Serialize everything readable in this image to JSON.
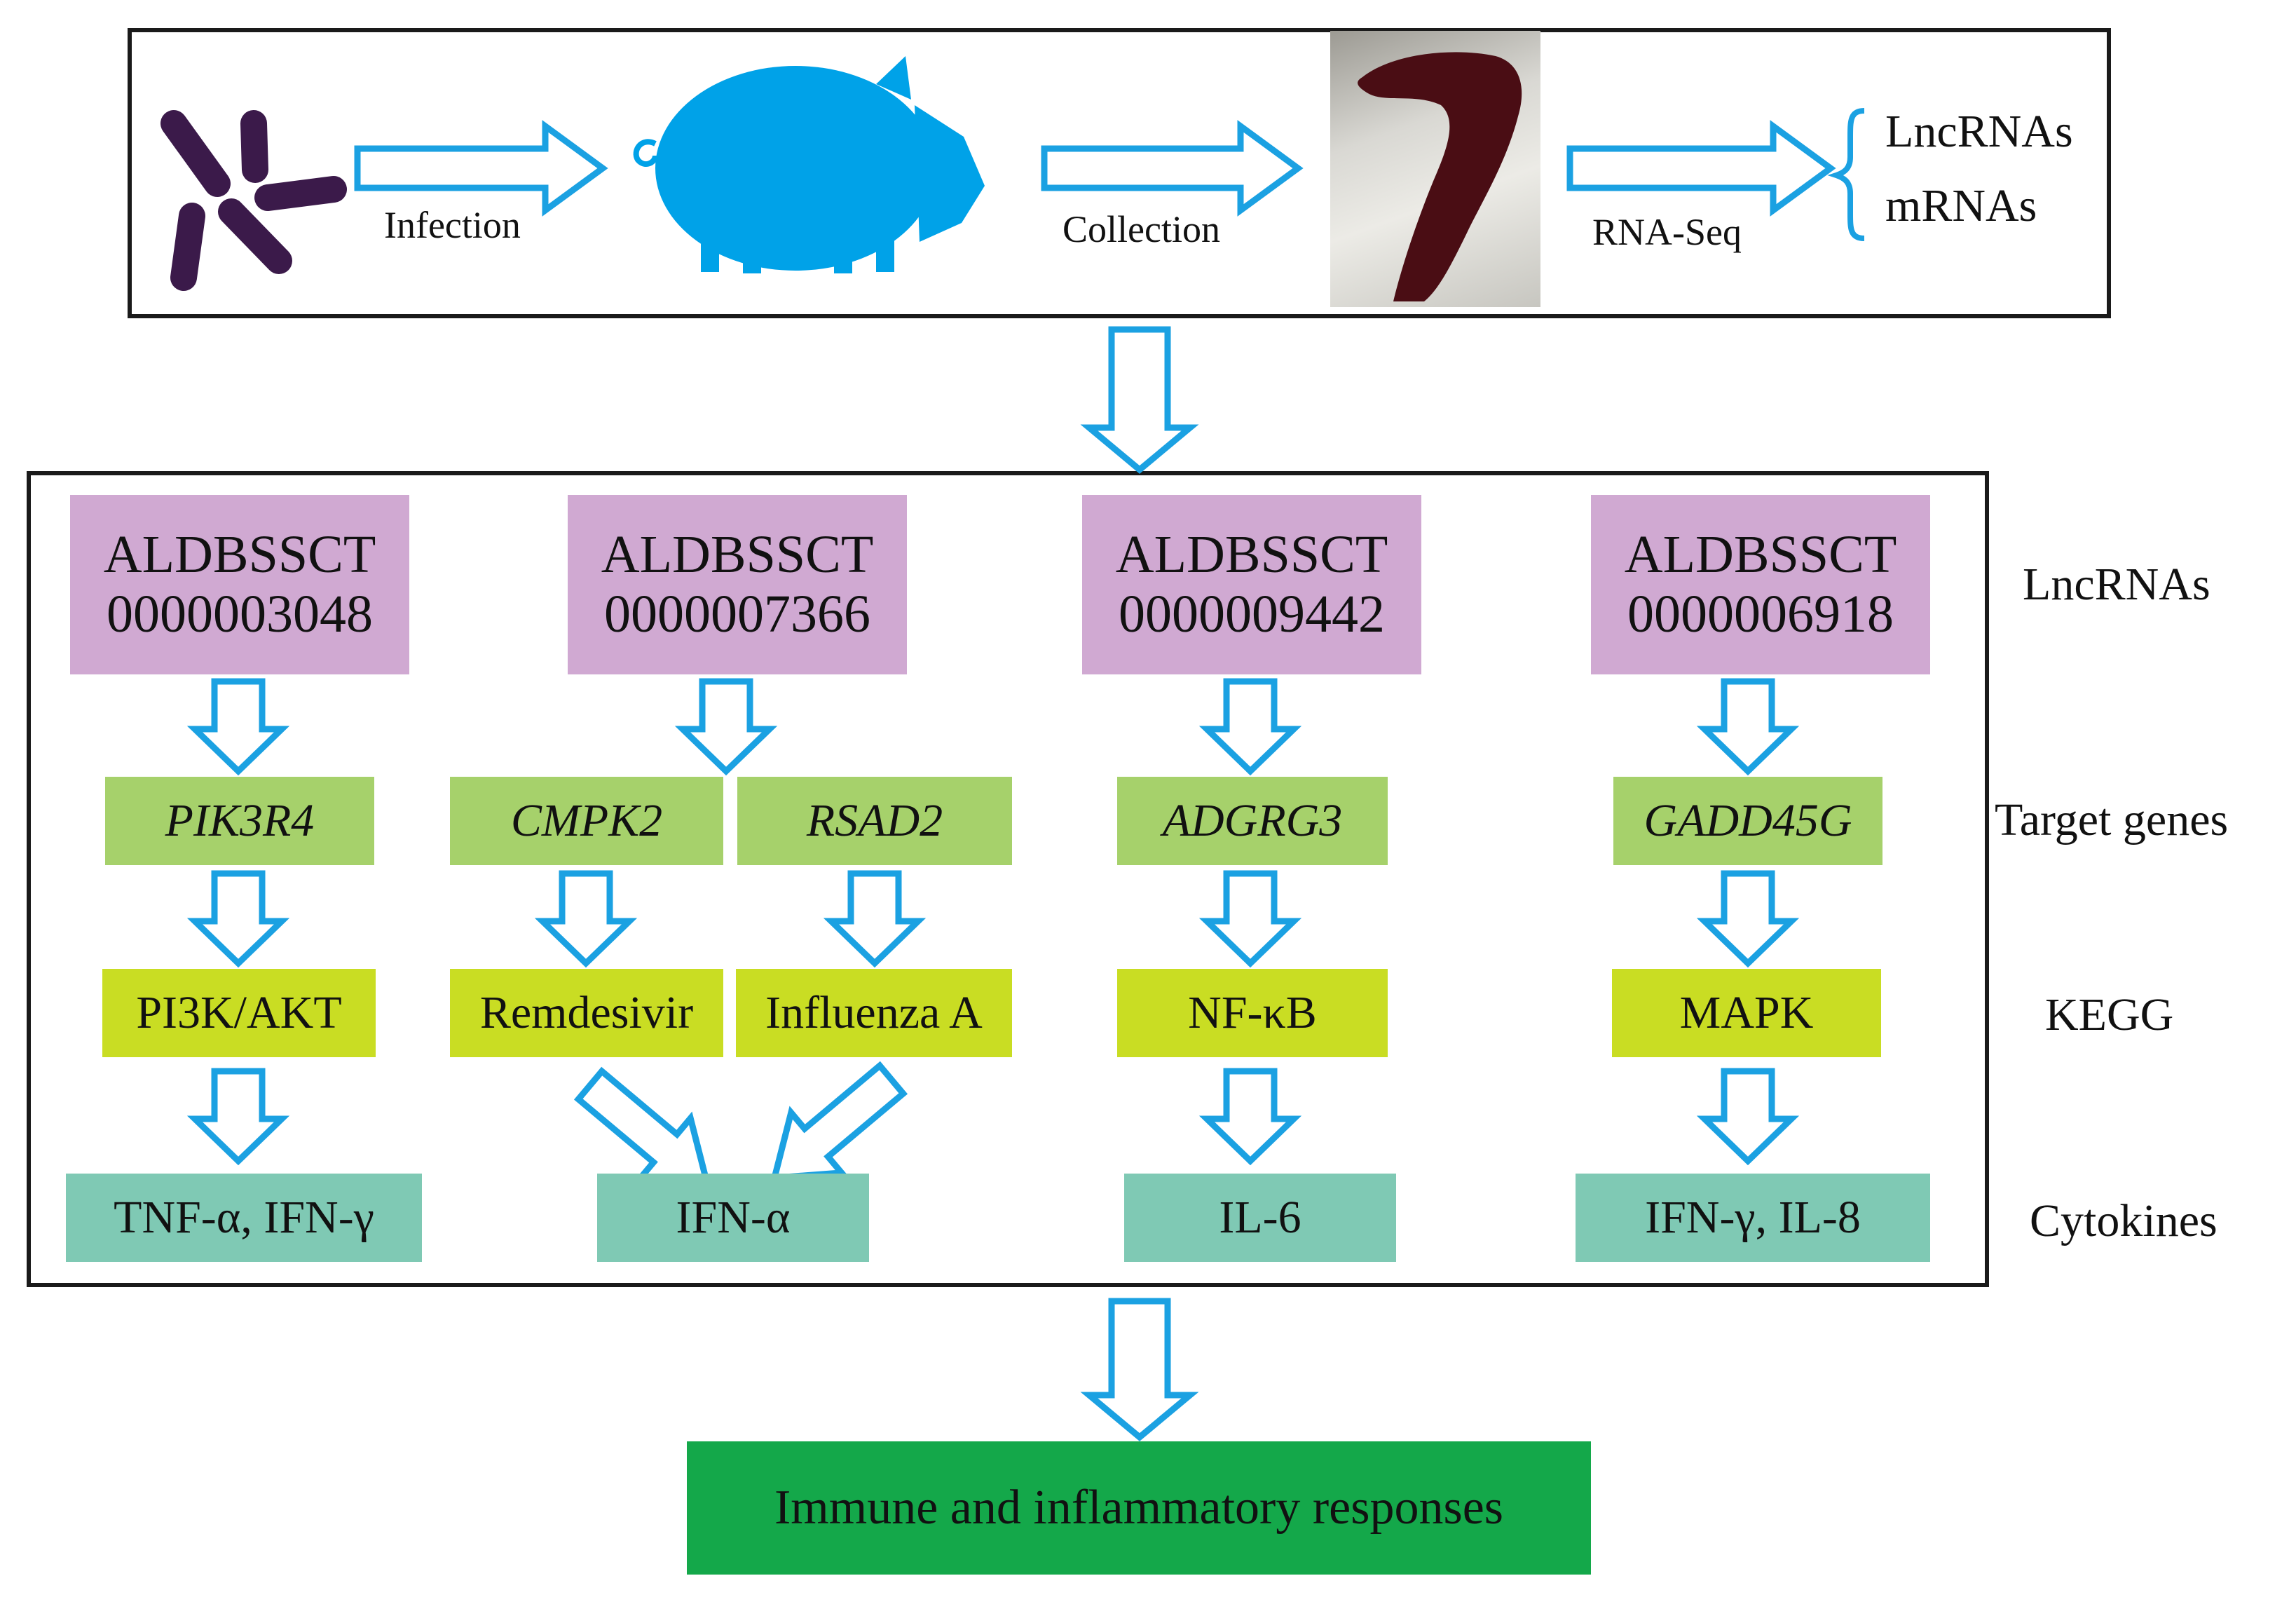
{
  "top_panel": {
    "steps": [
      "Infection",
      "Collection",
      "RNA-Seq"
    ],
    "outputs": [
      "LncRNAs",
      "mRNAs"
    ]
  },
  "row_labels": {
    "lncrnas": "LncRNAs",
    "target_genes": "Target genes",
    "kegg": "KEGG",
    "cytokines": "Cytokines"
  },
  "columns": [
    {
      "lncrna": [
        "ALDBSSCT",
        "0000003048"
      ],
      "genes": [
        "PIK3R4"
      ],
      "kegg": [
        "PI3K/AKT"
      ],
      "cytokine": "TNF-α, IFN-γ"
    },
    {
      "lncrna": [
        "ALDBSSCT",
        "0000007366"
      ],
      "genes": [
        "CMPK2",
        "RSAD2"
      ],
      "kegg": [
        "Remdesivir",
        "Influenza A"
      ],
      "cytokine": "IFN-α"
    },
    {
      "lncrna": [
        "ALDBSSCT",
        "0000009442"
      ],
      "genes": [
        "ADGRG3"
      ],
      "kegg": [
        "NF-κB"
      ],
      "cytokine": "IL-6"
    },
    {
      "lncrna": [
        "ALDBSSCT",
        "0000006918"
      ],
      "genes": [
        "GADD45G"
      ],
      "kegg": [
        "MAPK"
      ],
      "cytokine": "IFN-γ, IL-8"
    }
  ],
  "outcome": "Immune and inflammatory responses",
  "colors": {
    "arrow": "#1ba1e2",
    "lncrna_box": "#d0a9d2",
    "gene_box": "#a6d16b",
    "kegg_box": "#c9dd23",
    "cytokine_box": "#7fc9b4",
    "outcome_box": "#14a84a",
    "bacteria": "#3b1a4a",
    "pig": "#00a2e8",
    "tissue": "#4a0d14"
  },
  "icons": [
    "bacteria-icon",
    "pig-icon",
    "tissue-photo"
  ]
}
